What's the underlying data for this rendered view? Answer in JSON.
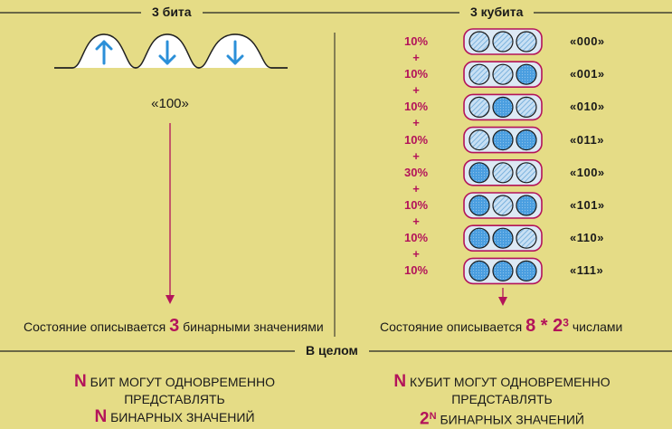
{
  "left_panel": {
    "title": "3 бита",
    "bits": [
      "up-arrow-icon",
      "down-arrow-icon",
      "down-arrow-icon"
    ],
    "value": "«100»",
    "state_prefix": "Состояние описывается",
    "state_number": "3",
    "state_suffix": "бинарными значениями"
  },
  "right_panel": {
    "title": "3 кубита",
    "plus": "+",
    "rows": [
      {
        "percent": "10%",
        "code": "«000»",
        "bits": [
          0,
          0,
          0
        ]
      },
      {
        "percent": "10%",
        "code": "«001»",
        "bits": [
          0,
          0,
          1
        ]
      },
      {
        "percent": "10%",
        "code": "«010»",
        "bits": [
          0,
          1,
          0
        ]
      },
      {
        "percent": "10%",
        "code": "«011»",
        "bits": [
          0,
          1,
          1
        ]
      },
      {
        "percent": "30%",
        "code": "«100»",
        "bits": [
          1,
          0,
          0
        ]
      },
      {
        "percent": "10%",
        "code": "«101»",
        "bits": [
          1,
          0,
          1
        ]
      },
      {
        "percent": "10%",
        "code": "«110»",
        "bits": [
          1,
          1,
          0
        ]
      },
      {
        "percent": "10%",
        "code": "«111»",
        "bits": [
          1,
          1,
          1
        ]
      }
    ],
    "state_prefix": "Состояние описывается",
    "state_number": "8 * 2",
    "state_exp": "3",
    "state_suffix": "числами"
  },
  "bottom": {
    "title": "В целом",
    "left_n": "N",
    "left_line1": "БИТ МОГУТ ОДНОВРЕМЕННО ПРЕДСТАВЛЯТЬ",
    "left_n2": "N",
    "left_line2": "БИНАРНЫХ ЗНАЧЕНИЙ",
    "right_n": "N",
    "right_line1": "КУБИТ МОГУТ ОДНОВРЕМЕННО ПРЕДСТАВЛЯТЬ",
    "right_base": "2",
    "right_exp": "N",
    "right_line2": "БИНАРНЫХ ЗНАЧЕНИЙ"
  },
  "colors": {
    "background": "#e5dc86",
    "accent": "#b3135a",
    "qubit_blue": "#4a9ee0",
    "qubit_light": "#c8e0f4",
    "arrow_blue": "#2b8fd8"
  }
}
